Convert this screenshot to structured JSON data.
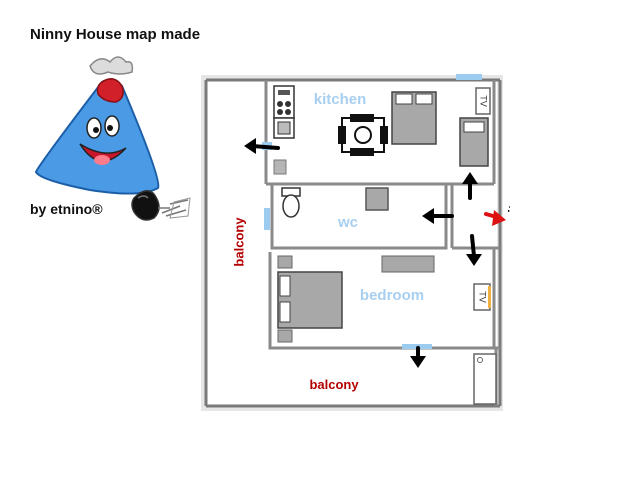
{
  "header": {
    "title": "Ninny House map made",
    "byline": "by etnino®"
  },
  "rooms": {
    "kitchen": "kitchen",
    "wc": "wc",
    "bedroom": "bedroom",
    "balcony_left": "balcony",
    "balcony_bottom": "balcony"
  },
  "labels": {
    "exit": "exit",
    "tv_kitchen": "TV",
    "tv_bedroom": "TV"
  },
  "colors": {
    "room_label": "#a8cff0",
    "balcony_label": "#b40000",
    "wall": "#7a7a7a",
    "furniture": "#a8a8a8",
    "window": "#9ccbf0",
    "arrow": "#000000",
    "exit_arrow": "#dd1111",
    "mascot_body": "#4a9ae6",
    "mascot_cap": "#d2202a"
  },
  "icons": {
    "mascot": "volcano-mascot-icon",
    "mouse": "computer-mouse-icon",
    "stove": "stove-icon",
    "sink": "sink-icon",
    "toilet": "toilet-icon",
    "bathtub": "bathtub-icon"
  }
}
